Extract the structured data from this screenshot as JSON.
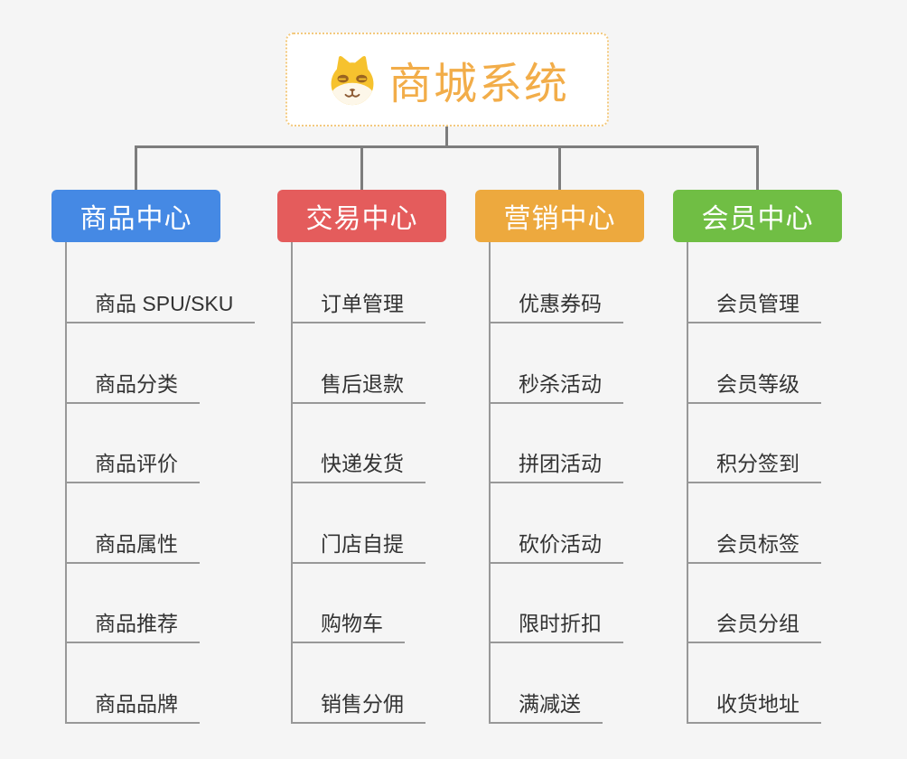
{
  "root": {
    "title": "商城系统",
    "icon": "shiba-dog-icon",
    "title_color": "#f2ad49",
    "border_color": "#f3c97e"
  },
  "connector_color": "#7d7d7d",
  "branch_line_color": "#989898",
  "branches": [
    {
      "label": "商品中心",
      "color": "#4589e4",
      "items": [
        "商品 SPU/SKU",
        "商品分类",
        "商品评价",
        "商品属性",
        "商品推荐",
        "商品品牌"
      ]
    },
    {
      "label": "交易中心",
      "color": "#e45c5c",
      "items": [
        "订单管理",
        "售后退款",
        "快递发货",
        "门店自提",
        "购物车",
        "销售分佣"
      ]
    },
    {
      "label": "营销中心",
      "color": "#eda93e",
      "items": [
        "优惠券码",
        "秒杀活动",
        "拼团活动",
        "砍价活动",
        "限时折扣",
        "满减送"
      ]
    },
    {
      "label": "会员中心",
      "color": "#70be44",
      "items": [
        "会员管理",
        "会员等级",
        "积分签到",
        "会员标签",
        "会员分组",
        "收货地址"
      ]
    }
  ]
}
